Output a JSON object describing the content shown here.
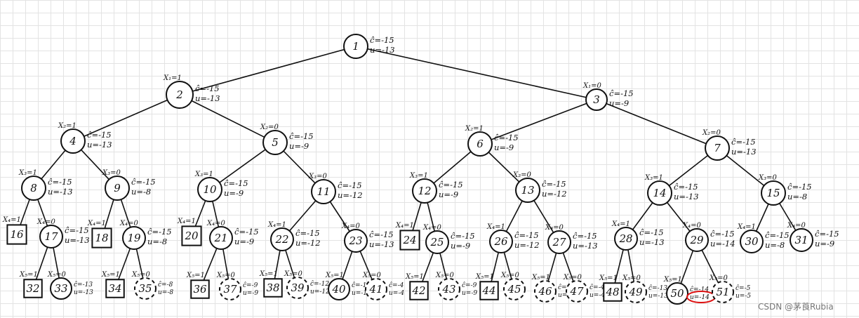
{
  "tree": {
    "nodes": [
      {
        "id": "1",
        "shape": "circle",
        "dashed": false,
        "ann": [
          "ĉ=-15",
          "u=-13"
        ]
      },
      {
        "id": "2",
        "shape": "circle",
        "dashed": false,
        "branch": "X₁=1",
        "ann": [
          "ĉ=-15",
          "u=-13"
        ]
      },
      {
        "id": "3",
        "shape": "circle",
        "dashed": false,
        "branch": "X₁=0",
        "ann": [
          "ĉ=-15",
          "u=-9"
        ]
      },
      {
        "id": "4",
        "shape": "circle",
        "dashed": false,
        "branch": "X₂=1",
        "ann": [
          "ĉ=-15",
          "u=-13"
        ]
      },
      {
        "id": "5",
        "shape": "circle",
        "dashed": false,
        "branch": "X₂=0",
        "ann": [
          "ĉ=-15",
          "u=-9"
        ]
      },
      {
        "id": "6",
        "shape": "circle",
        "dashed": false,
        "branch": "X₂=1",
        "ann": [
          "ĉ=-15",
          "u=-9"
        ]
      },
      {
        "id": "7",
        "shape": "circle",
        "dashed": false,
        "branch": "X₂=0",
        "ann": [
          "ĉ=-15",
          "u=-13"
        ]
      },
      {
        "id": "8",
        "shape": "circle",
        "dashed": false,
        "branch": "X₃=1",
        "ann": [
          "ĉ=-15",
          "u=-13"
        ]
      },
      {
        "id": "9",
        "shape": "circle",
        "dashed": false,
        "branch": "X₃=0",
        "ann": [
          "ĉ=-15",
          "u=-8"
        ]
      },
      {
        "id": "10",
        "shape": "circle",
        "dashed": false,
        "branch": "X₃=1",
        "ann": [
          "ĉ=-15",
          "u=-9"
        ]
      },
      {
        "id": "11",
        "shape": "circle",
        "dashed": false,
        "branch": "X₃=0",
        "ann": [
          "ĉ=-15",
          "u=-12"
        ]
      },
      {
        "id": "12",
        "shape": "circle",
        "dashed": false,
        "branch": "X₃=1",
        "ann": [
          "ĉ=-15",
          "u=-9"
        ]
      },
      {
        "id": "13",
        "shape": "circle",
        "dashed": false,
        "branch": "X₃=0",
        "ann": [
          "ĉ=-15",
          "u=-12"
        ]
      },
      {
        "id": "14",
        "shape": "circle",
        "dashed": false,
        "branch": "X₃=1",
        "ann": [
          "ĉ=-15",
          "u=-13"
        ]
      },
      {
        "id": "15",
        "shape": "circle",
        "dashed": false,
        "branch": "X₃=0",
        "ann": [
          "ĉ=-15",
          "u=-8"
        ]
      },
      {
        "id": "16",
        "shape": "square",
        "dashed": false,
        "branch": "X₄=1",
        "ann": []
      },
      {
        "id": "17",
        "shape": "circle",
        "dashed": false,
        "branch": "X₄=0",
        "ann": [
          "ĉ=-15",
          "u=-13"
        ]
      },
      {
        "id": "18",
        "shape": "square",
        "dashed": false,
        "branch": "X₄=1",
        "ann": []
      },
      {
        "id": "19",
        "shape": "circle",
        "dashed": false,
        "branch": "X₄=0",
        "ann": [
          "ĉ=-15",
          "u=-8"
        ]
      },
      {
        "id": "20",
        "shape": "square",
        "dashed": false,
        "branch": "X₄=1",
        "ann": []
      },
      {
        "id": "21",
        "shape": "circle",
        "dashed": false,
        "branch": "X₄=0",
        "ann": [
          "ĉ=-15",
          "u=-9"
        ]
      },
      {
        "id": "22",
        "shape": "circle",
        "dashed": false,
        "branch": "X₄=1",
        "ann": [
          "ĉ=-15",
          "u=-12"
        ]
      },
      {
        "id": "23",
        "shape": "circle",
        "dashed": false,
        "branch": "X₄=0",
        "ann": [
          "ĉ=-15",
          "u=-13"
        ]
      },
      {
        "id": "24",
        "shape": "square",
        "dashed": false,
        "branch": "X₄=1",
        "ann": []
      },
      {
        "id": "25",
        "shape": "circle",
        "dashed": false,
        "branch": "X₄=0",
        "ann": [
          "ĉ=-15",
          "u=-9"
        ]
      },
      {
        "id": "26",
        "shape": "circle",
        "dashed": false,
        "branch": "X₄=1",
        "ann": [
          "ĉ=-15",
          "u=-12"
        ]
      },
      {
        "id": "27",
        "shape": "circle",
        "dashed": false,
        "branch": "X₄=0",
        "ann": [
          "ĉ=-15",
          "u=-13"
        ]
      },
      {
        "id": "28",
        "shape": "circle",
        "dashed": false,
        "branch": "X₄=1",
        "ann": [
          "ĉ=-15",
          "u=-13"
        ]
      },
      {
        "id": "29",
        "shape": "circle",
        "dashed": false,
        "branch": "X₄=0",
        "ann": [
          "ĉ=-15",
          "u=-14"
        ]
      },
      {
        "id": "30",
        "shape": "circle",
        "dashed": false,
        "branch": "X₄=1",
        "ann": [
          "ĉ=-15",
          "u=-8"
        ]
      },
      {
        "id": "31",
        "shape": "circle",
        "dashed": false,
        "branch": "X₄=0",
        "ann": [
          "ĉ=-15",
          "u=-9"
        ]
      },
      {
        "id": "32",
        "shape": "square",
        "dashed": false,
        "branch": "X₅=1",
        "ann": []
      },
      {
        "id": "33",
        "shape": "circle",
        "dashed": false,
        "branch": "X₅=0",
        "ann": [
          "ĉ=-13",
          "u=-13"
        ]
      },
      {
        "id": "34",
        "shape": "square",
        "dashed": false,
        "branch": "X₅=1",
        "ann": []
      },
      {
        "id": "35",
        "shape": "circle",
        "dashed": true,
        "branch": "X₅=0",
        "ann": [
          "ĉ=-8",
          "u=-8"
        ]
      },
      {
        "id": "36",
        "shape": "square",
        "dashed": false,
        "branch": "X₅=1",
        "ann": []
      },
      {
        "id": "37",
        "shape": "circle",
        "dashed": true,
        "branch": "X₅=0",
        "ann": [
          "ĉ=-9",
          "u=-9"
        ]
      },
      {
        "id": "38",
        "shape": "square",
        "dashed": false,
        "branch": "X₅=1",
        "ann": []
      },
      {
        "id": "39",
        "shape": "circle",
        "dashed": true,
        "branch": "X₅=0",
        "ann": [
          "ĉ=-12",
          "u=-12"
        ]
      },
      {
        "id": "40",
        "shape": "circle",
        "dashed": false,
        "branch": "X₅=1",
        "ann": [
          "ĉ=-13",
          "u=-13"
        ]
      },
      {
        "id": "41",
        "shape": "circle",
        "dashed": true,
        "branch": "X₅=0",
        "ann": [
          "ĉ=-4",
          "u=-4"
        ]
      },
      {
        "id": "42",
        "shape": "square",
        "dashed": false,
        "branch": "X₅=1",
        "ann": []
      },
      {
        "id": "43",
        "shape": "circle",
        "dashed": true,
        "branch": "X₅=0",
        "ann": [
          "ĉ=-9",
          "u=-9"
        ]
      },
      {
        "id": "44",
        "shape": "square",
        "dashed": false,
        "branch": "X₅=1",
        "ann": []
      },
      {
        "id": "45",
        "shape": "circle",
        "dashed": true,
        "branch": "X₅=0",
        "ann": []
      },
      {
        "id": "46",
        "shape": "circle",
        "dashed": true,
        "branch": "X₅=1",
        "ann": [
          "ĉ=-12",
          "u=-12"
        ]
      },
      {
        "id": "47",
        "shape": "circle",
        "dashed": true,
        "branch": "X₅=0",
        "ann": [
          "ĉ=-4",
          "u=-4"
        ]
      },
      {
        "id": "48",
        "shape": "square",
        "dashed": false,
        "branch": "X₅=1",
        "ann": []
      },
      {
        "id": "49",
        "shape": "circle",
        "dashed": true,
        "branch": "X₅=0",
        "ann": [
          "ĉ=-13",
          "u=-13"
        ]
      },
      {
        "id": "50",
        "shape": "circle",
        "dashed": false,
        "branch": "X₅=1",
        "ann": [
          "ĉ=-14",
          "u=-14"
        ],
        "highlight": "u=-14"
      },
      {
        "id": "51",
        "shape": "circle",
        "dashed": true,
        "branch": "X₅=0",
        "ann": [
          "ĉ=-5",
          "u=-5"
        ]
      }
    ],
    "edges": [
      [
        "1",
        "2"
      ],
      [
        "1",
        "3"
      ],
      [
        "2",
        "4"
      ],
      [
        "2",
        "5"
      ],
      [
        "3",
        "6"
      ],
      [
        "3",
        "7"
      ],
      [
        "4",
        "8"
      ],
      [
        "4",
        "9"
      ],
      [
        "5",
        "10"
      ],
      [
        "5",
        "11"
      ],
      [
        "6",
        "12"
      ],
      [
        "6",
        "13"
      ],
      [
        "7",
        "14"
      ],
      [
        "7",
        "15"
      ],
      [
        "8",
        "16"
      ],
      [
        "8",
        "17"
      ],
      [
        "9",
        "18"
      ],
      [
        "9",
        "19"
      ],
      [
        "10",
        "20"
      ],
      [
        "10",
        "21"
      ],
      [
        "11",
        "22"
      ],
      [
        "11",
        "23"
      ],
      [
        "12",
        "24"
      ],
      [
        "12",
        "25"
      ],
      [
        "13",
        "26"
      ],
      [
        "13",
        "27"
      ],
      [
        "14",
        "28"
      ],
      [
        "14",
        "29"
      ],
      [
        "15",
        "30"
      ],
      [
        "15",
        "31"
      ],
      [
        "17",
        "32"
      ],
      [
        "17",
        "33"
      ],
      [
        "19",
        "34"
      ],
      [
        "19",
        "35"
      ],
      [
        "21",
        "36"
      ],
      [
        "21",
        "37"
      ],
      [
        "22",
        "38"
      ],
      [
        "22",
        "39"
      ],
      [
        "23",
        "40"
      ],
      [
        "23",
        "41"
      ],
      [
        "25",
        "42"
      ],
      [
        "25",
        "43"
      ],
      [
        "26",
        "44"
      ],
      [
        "26",
        "45"
      ],
      [
        "27",
        "46"
      ],
      [
        "27",
        "47"
      ],
      [
        "28",
        "48"
      ],
      [
        "28",
        "49"
      ],
      [
        "29",
        "50"
      ],
      [
        "29",
        "51"
      ]
    ]
  },
  "watermark": "CSDN @茅莨Rubia"
}
